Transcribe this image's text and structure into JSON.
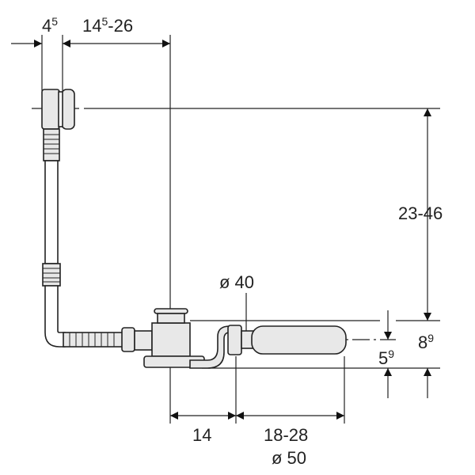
{
  "title": "Bathtub drain and overflow set dimension drawing",
  "dimensions": {
    "overflow_depth": {
      "main": "4",
      "sup": "5"
    },
    "overflow_offset": {
      "main1": "14",
      "sup": "5",
      "rest": "-26"
    },
    "overflow_height": "23-46",
    "outlet_center_height": {
      "main": "5",
      "sup": "9"
    },
    "total_height": {
      "main": "8",
      "sup": "9"
    },
    "outlet_offset": "14",
    "pipe_length": "18-28",
    "pipe_diameter_inner": "ø 40",
    "pipe_diameter_outer": "ø 50"
  }
}
